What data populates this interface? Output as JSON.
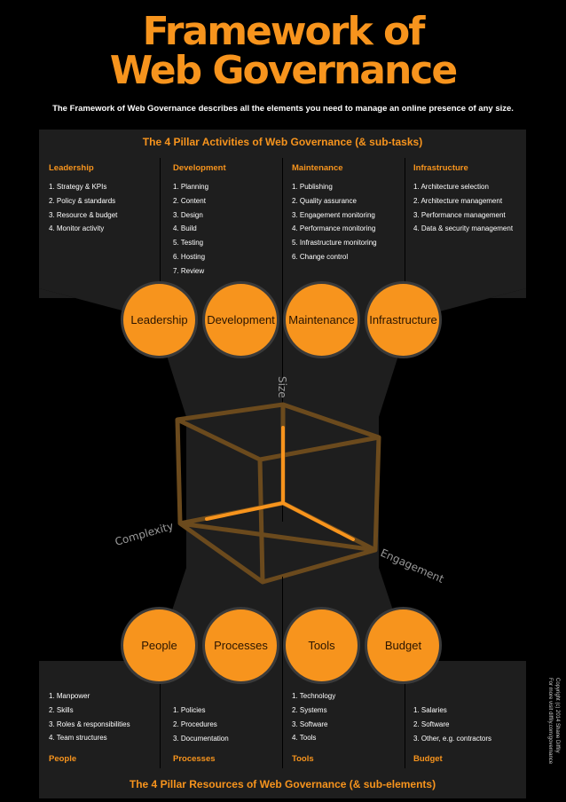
{
  "title": {
    "line1": "Framework of",
    "line2": "Web Governance"
  },
  "subtitle": "The Framework of Web Governance describes all the elements you need to manage an online presence of any size.",
  "activities": {
    "heading": "The 4 Pillar Activities of Web Governance (& sub-tasks)",
    "columns": [
      {
        "title": "Leadership",
        "items": [
          "1. Strategy & KPIs",
          "2. Policy & standards",
          "3. Resource & budget",
          "4. Monitor activity"
        ]
      },
      {
        "title": "Development",
        "items": [
          "1. Planning",
          "2. Content",
          "3. Design",
          "4. Build",
          "5. Testing",
          "6. Hosting",
          "7. Review"
        ]
      },
      {
        "title": "Maintenance",
        "items": [
          "1. Publishing",
          "2. Quality assurance",
          "3. Engagement monitoring",
          "4. Performance monitoring",
          "5. Infrastructure monitoring",
          "6. Change control"
        ]
      },
      {
        "title": "Infrastructure",
        "items": [
          "1. Architecture selection",
          "2. Architecture management",
          "3. Performance management",
          "4. Data & security management"
        ]
      }
    ],
    "circles": [
      "Leadership",
      "Development",
      "Maintenance",
      "Infrastructure"
    ]
  },
  "cube": {
    "axes": {
      "size": "Size",
      "complexity": "Complexity",
      "engagement": "Engagement"
    },
    "colors": {
      "accent": "#f7941d",
      "edge": "#6b4a1d"
    }
  },
  "resources": {
    "heading": "The 4 Pillar Resources of Web Governance (& sub-elements)",
    "circles": [
      "People",
      "Processes",
      "Tools",
      "Budget"
    ],
    "columns": [
      {
        "title": "People",
        "items": [
          "1. Manpower",
          "2. Skills",
          "3. Roles & responsibilities",
          "4. Team structures"
        ]
      },
      {
        "title": "Processes",
        "items": [
          "1. Policies",
          "2. Procedures",
          "3. Documentation"
        ]
      },
      {
        "title": "Tools",
        "items": [
          "1. Technology",
          "2. Systems",
          "3. Software",
          "4. Tools"
        ]
      },
      {
        "title": "Budget",
        "items": [
          "1. Salaries",
          "2. Software",
          "3. Other, e.g. contractors"
        ]
      }
    ]
  },
  "copyright": {
    "line1": "Copyright (c) 2014 Shane Diffily",
    "line2": "For more visit diffily.com/governance"
  }
}
